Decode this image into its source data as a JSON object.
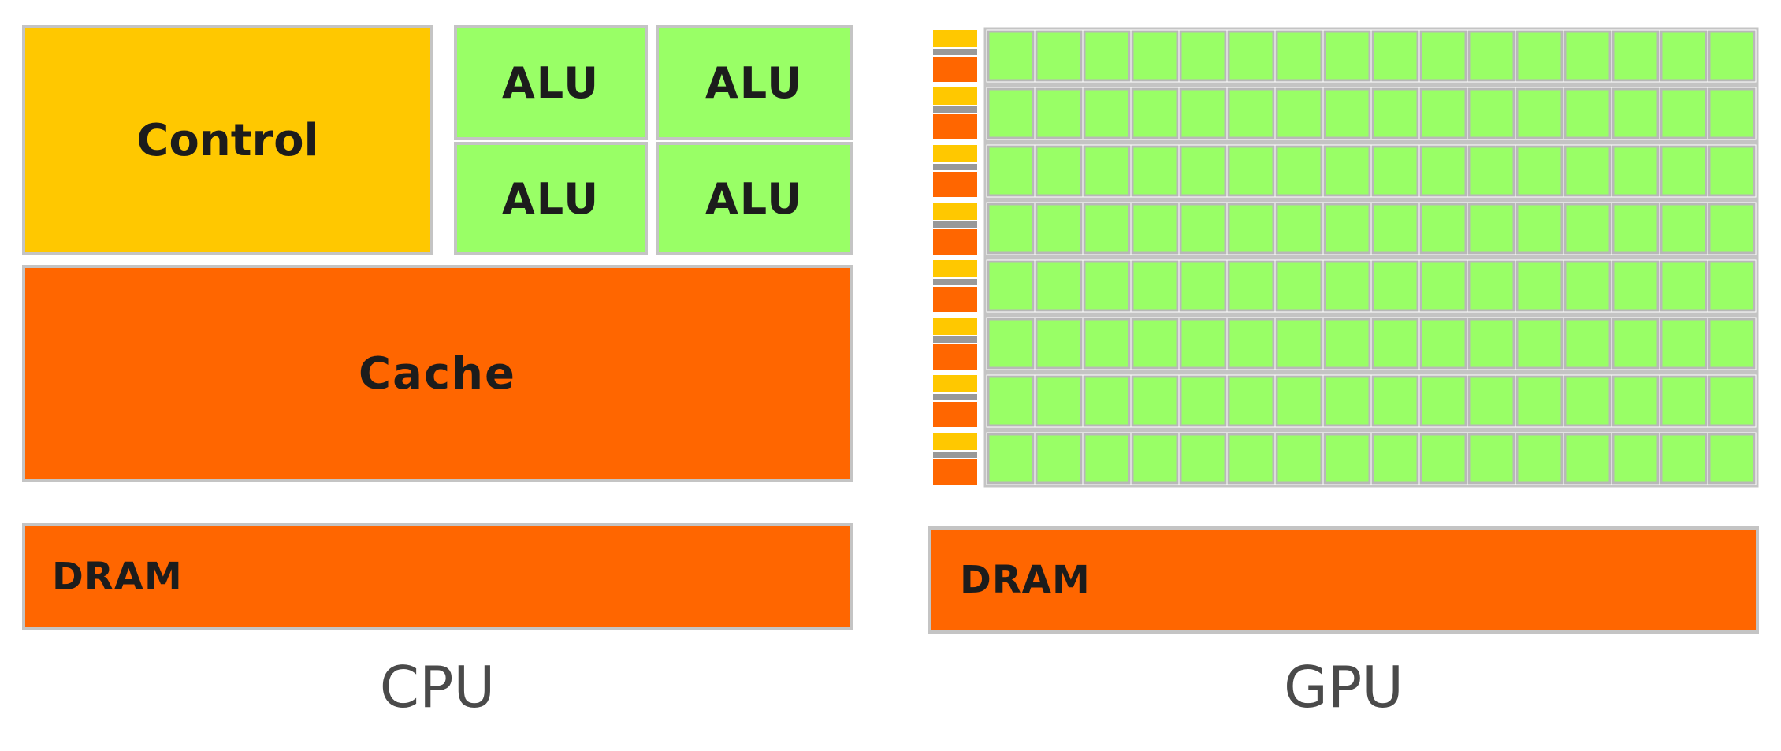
{
  "cpu": {
    "control_label": "Control",
    "alu_label": "ALU",
    "cache_label": "Cache",
    "dram_label": "DRAM",
    "caption": "CPU"
  },
  "gpu": {
    "dram_label": "DRAM",
    "caption": "GPU",
    "rows": 8,
    "alus_per_row": 16
  },
  "colors": {
    "control": "#ffc800",
    "alu": "#99ff66",
    "cache": "#ff6600",
    "dram": "#ff6600",
    "border": "#c4c4c4",
    "divider": "#999999"
  }
}
